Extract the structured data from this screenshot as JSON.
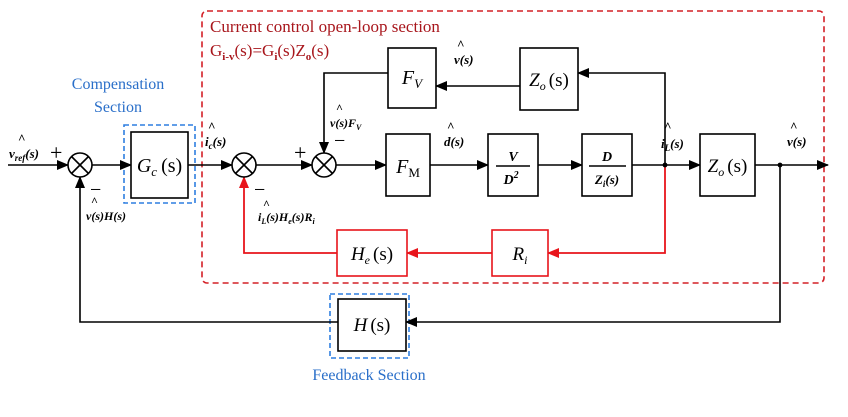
{
  "sections": {
    "current_loop_title": "Current control open-loop section",
    "current_loop_eq": "Gi-v(s)=Gi(s)Zo(s)",
    "compensation_line1": "Compensation",
    "compensation_line2": "Section",
    "feedback": "Feedback Section"
  },
  "blocks": {
    "gc": {
      "main": "G",
      "sub": "c",
      "arg": "(s)"
    },
    "fm": {
      "main": "F",
      "sub": "M"
    },
    "v_d2": {
      "num": "V",
      "den": "D",
      "den_sup": "2"
    },
    "d_zi": {
      "num": "D",
      "den": "Z",
      "den_sub": "i",
      "den_arg": "(s)"
    },
    "zo_main": {
      "main": "Z",
      "sub": "o",
      "arg": "(s)"
    },
    "fv": {
      "main": "F",
      "sub": "V"
    },
    "zo_top": {
      "main": "Z",
      "sub": "o",
      "arg": "(s)"
    },
    "he": {
      "main": "H",
      "sub": "e",
      "arg": "(s)"
    },
    "ri": {
      "main": "R",
      "sub": "i"
    },
    "h": {
      "main": "H",
      "arg": "(s)"
    }
  },
  "signals": {
    "vref": {
      "main": "v",
      "sub": "ref",
      "arg": "(s)"
    },
    "ic": {
      "main": "i",
      "sub": "c",
      "arg": "(s)"
    },
    "d": {
      "main": "d",
      "arg": "(s)"
    },
    "il": {
      "main": "i",
      "sub": "L",
      "arg": "(s)"
    },
    "vout": {
      "main": "v",
      "arg": "(s)"
    },
    "v_top": {
      "main": "v",
      "arg": "(s)"
    },
    "vfv": {
      "main": "v",
      "arg": "(s)",
      "tail": "F",
      "tail_sub": "V"
    },
    "vh": {
      "main": "v",
      "arg": "(s)H(s)"
    },
    "il_he_ri": {
      "main": "i",
      "sub": "L",
      "arg": "(s)H",
      "arg_sub": "e",
      "arg2": "(s)R",
      "arg2_sub": "i"
    }
  },
  "signs": {
    "plus": "+",
    "minus": "−"
  },
  "hat": "^",
  "colors": {
    "red_loop": "#e8141b",
    "red_text": "#a8161c",
    "blue_text": "#2a6fc9",
    "blue_dash": "#2f7fe0",
    "red_dash": "#d42027"
  }
}
